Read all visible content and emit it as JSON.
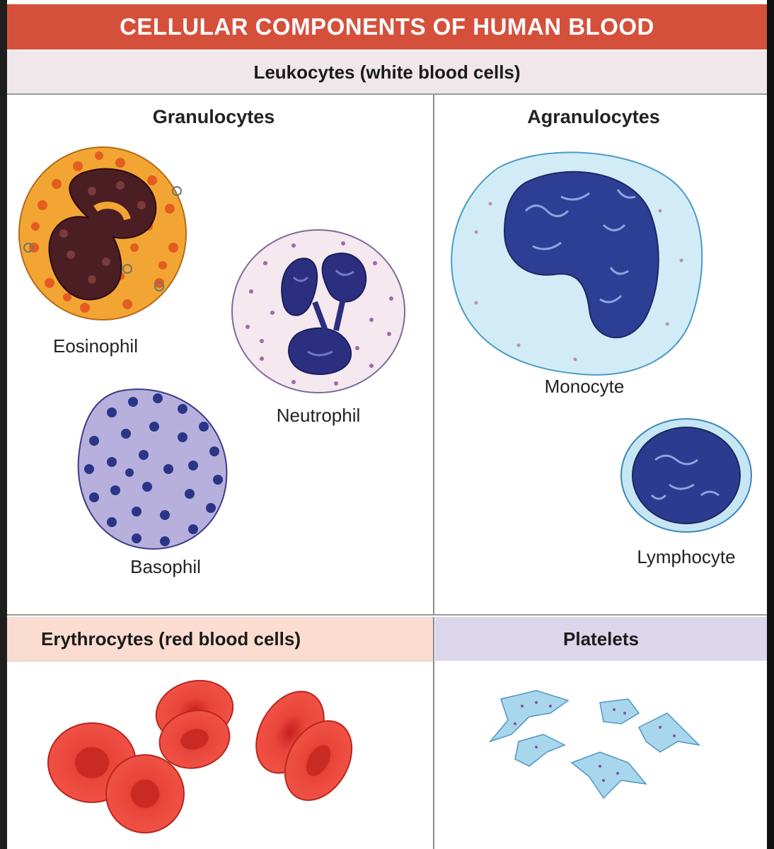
{
  "title": "CELLULAR COMPONENTS OF HUMAN BLOOD",
  "leukocytes": {
    "heading": "Leukocytes (white blood cells)",
    "granulocytes": {
      "heading": "Granulocytes",
      "cells": [
        "Eosinophil",
        "Neutrophil",
        "Basophil"
      ]
    },
    "agranulocytes": {
      "heading": "Agranulocytes",
      "cells": [
        "Monocyte",
        "Lymphocyte"
      ]
    }
  },
  "erythrocytes": {
    "heading": "Erythrocytes (red blood cells)"
  },
  "platelets": {
    "heading": "Platelets"
  },
  "colors": {
    "title_bar": "#d5503b",
    "leukocyte_band": "#efe7ea",
    "erythrocyte_band": "#fbdcd0",
    "platelet_band": "#dbd6ea",
    "nucleus_blue": "#2f3a8c",
    "eosinophil_cytoplasm": "#f0a030",
    "red_cell": "#e83a30",
    "platelet": "#a8d6ec"
  }
}
